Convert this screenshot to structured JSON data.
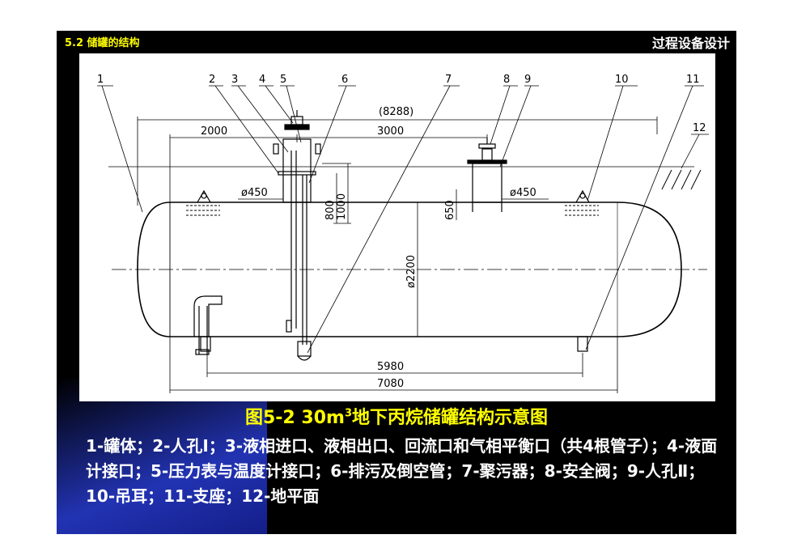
{
  "header": {
    "section": "5.2  储罐的结构",
    "course": "过程设备设计"
  },
  "figure": {
    "callouts": [
      "1",
      "2",
      "3",
      "4",
      "5",
      "6",
      "7",
      "8",
      "9",
      "10",
      "11",
      "12"
    ],
    "dimensions": {
      "overall": "(8288)",
      "left_offset": "2000",
      "nozzle_spacing": "3000",
      "manhole1_dia": "ø450",
      "manhole2_dia": "ø450",
      "h800": "800",
      "h1000": "1000",
      "h650": "650",
      "shell_dia": "ø2200",
      "support_spacing": "5980",
      "shell_length": "7080"
    }
  },
  "caption": {
    "prefix": "图5-2   30m",
    "sup": "3",
    "suffix": "地下丙烷储罐结构示意图"
  },
  "legend": {
    "text": "1-罐体；2-人孔Ⅰ；3-液相进口、液相出口、回流口和气相平衡口（共4根管子）；4-液面计接口；5-压力表与温度计接口；6-排污及倒空管；7-聚污器；8-安全阀；9-人孔Ⅱ；10-吊耳；11-支座；12-地平面"
  }
}
